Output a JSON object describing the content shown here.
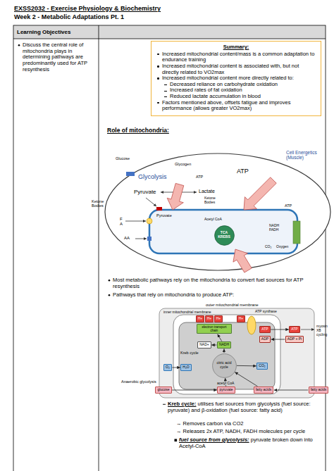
{
  "diagram": {
    "title": "EXSS2032 - Exercise Physiology & Biochemistry",
    "nodes": [
      {
        "text": [
          "Summary:",
          "Increased mitochondrial content/mass is a common adaptation to endurance training",
          "Increased mitochondrial content is associated with, but not directly related to VO2max",
          "Increased mitochondrial content more directly related to:",
          "Decreased reliance on carbohydrate oxidation",
          "Increased rates of fat oxidation",
          "Reduced lactate accumulation in blood",
          "Factors mentioned above, offsets fatigue and improves performance (allows greater VO2max)"
        ]
      },
      {
        "text": [
          "TCA KREBS"
        ]
      },
      {
        "text": [
          "H+"
        ]
      },
      {
        "text": [
          "H+"
        ]
      },
      {
        "text": [
          "H+"
        ]
      },
      {
        "text": [
          "H+"
        ]
      },
      {
        "text": [
          "electron transport chain"
        ]
      },
      {
        "text": [
          "NAD+"
        ]
      },
      {
        "text": [
          "NADH"
        ]
      },
      {
        "text": [
          "ATP"
        ]
      },
      {
        "text": [
          "ATP"
        ]
      },
      {
        "text": [
          "ADP"
        ]
      },
      {
        "text": [
          "ADP + Pi"
        ]
      },
      {
        "text": [
          "O₂"
        ]
      },
      {
        "text": [
          "H₂O"
        ]
      },
      {
        "text": [
          "citric acid cycle"
        ]
      },
      {
        "text": [
          "CO₂"
        ]
      },
      {
        "text": [
          "glucose"
        ]
      },
      {
        "text": [
          "pyruvate"
        ]
      },
      {
        "text": [
          "fatty acids"
        ]
      },
      {
        "text": [
          "fatty acids"
        ]
      }
    ],
    "edges": [
      {
        "from": 15,
        "to": 8,
        "arrow": "to"
      },
      {
        "from": 8,
        "to": 7,
        "arrow": "to"
      },
      {
        "from": 8,
        "to": 6,
        "arrow": "to"
      },
      {
        "from": 9,
        "to": 10,
        "arrow": "to"
      },
      {
        "from": 12,
        "to": 11,
        "arrow": "to"
      },
      {
        "from": 13,
        "to": 14,
        "arrow": "to"
      },
      {
        "from": 15,
        "to": 16,
        "arrow": "to"
      },
      {
        "from": 17,
        "to": 18,
        "arrow": "to"
      },
      {
        "from": 18,
        "to": 15,
        "label": "acetyl CoA",
        "arrow": "to"
      },
      {
        "from": 19,
        "to": 15,
        "arrow": "to"
      },
      {
        "from": 20,
        "to": 19,
        "arrow": "to"
      }
    ],
    "labels": [
      "Week 2 - Metabolic Adaptations Pt. 1",
      "Learning Objectives",
      "Discuss the central role of mitochondria plays in determining pathways are predominantly used for ATP resynthesis",
      "Role of mitochondria:",
      "Glucose",
      "Glycogen",
      "Glycolysis",
      "ATP",
      "ATP",
      "Cell Energetics (Muscle)",
      "Pyruvate",
      "Lactate",
      "Ketone Bodies",
      "Ketone Bodies",
      "Pyruvate",
      "Acetyl CoA",
      "F A",
      "AA",
      "NADH FADH",
      "Oxygen",
      "CO₂",
      "ATP",
      "Most metabolic pathways rely on the mitochondria to convert fuel sources for ATP resynthesis",
      "Pathways that rely on mitochondria to produce ATP:",
      "outer mitochondrial membrane",
      "inner mitochondrial membrane",
      "ATP synthase",
      "myosin XB cycling",
      "Kreb cycle",
      "Anaerobic glycolysis",
      "Kreb cycle:",
      "utilises fuel sources from glycolysis (fuel source: pyruvate) and β-oxidation (fuel source: fatty acid)",
      "→ Removes carbon via CO2",
      "→ Releases 2x ATP, NADH, FADH molecules per cycle",
      "fuel source from glycolysis:",
      "pyruvate broken down into Acetyl-CoA"
    ]
  }
}
